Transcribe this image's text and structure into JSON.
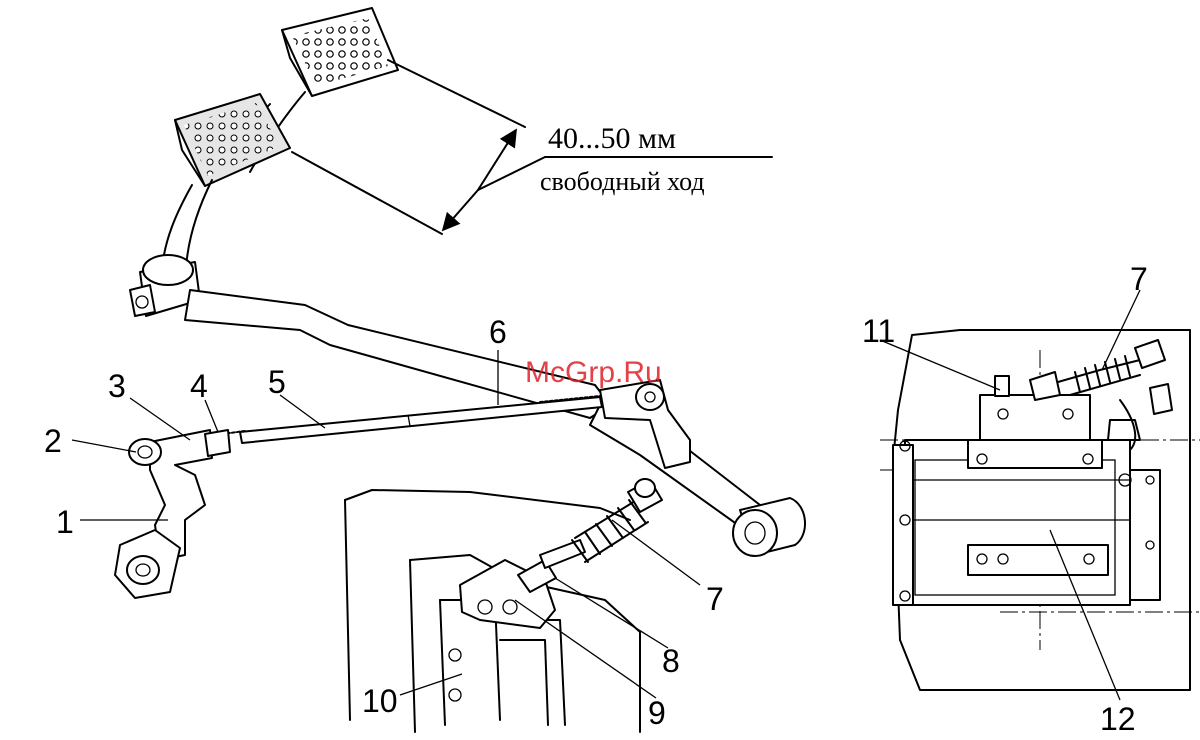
{
  "dimension": {
    "value": "40...50 мм",
    "caption": "свободный ход"
  },
  "watermark": "McGrp.Ru",
  "callouts": {
    "c1": "1",
    "c2": "2",
    "c3": "3",
    "c4": "4",
    "c5": "5",
    "c6": "6",
    "c7": "7",
    "c8": "8",
    "c9": "9",
    "c10": "10",
    "c7b": "7",
    "c11": "11",
    "c12": "12"
  },
  "colors": {
    "ink": "#000000",
    "paper": "#ffffff",
    "watermark": "#e0202a"
  }
}
